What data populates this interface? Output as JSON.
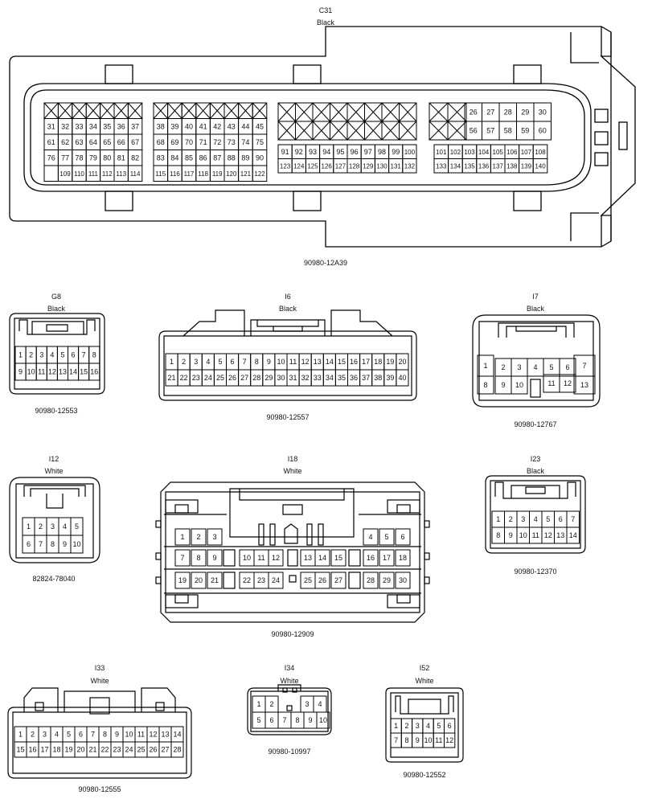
{
  "connectors": {
    "c31": {
      "name": "C31",
      "color": "Black",
      "part": "90980-12A39",
      "blocks": [
        {
          "rows": [
            [
              "X",
              "X",
              "X",
              "X",
              "X",
              "X",
              "X"
            ],
            [
              "31",
              "32",
              "33",
              "34",
              "35",
              "36",
              "37"
            ],
            [
              "61",
              "62",
              "63",
              "64",
              "65",
              "66",
              "67"
            ],
            [
              "76",
              "77",
              "78",
              "79",
              "80",
              "81",
              "82"
            ],
            [
              "",
              "109",
              "110",
              "111",
              "112",
              "113",
              "114"
            ]
          ]
        },
        {
          "rows": [
            [
              "X",
              "X",
              "X",
              "X",
              "X",
              "X",
              "X",
              "X"
            ],
            [
              "38",
              "39",
              "40",
              "41",
              "42",
              "43",
              "44",
              "45"
            ],
            [
              "68",
              "69",
              "70",
              "71",
              "72",
              "73",
              "74",
              "75"
            ],
            [
              "83",
              "84",
              "85",
              "86",
              "87",
              "88",
              "89",
              "90"
            ],
            [
              "115",
              "116",
              "117",
              "118",
              "119",
              "120",
              "121",
              "122"
            ]
          ]
        },
        {
          "rows": [
            [
              "X",
              "X",
              "X",
              "X",
              "X",
              "X",
              "X",
              "X"
            ],
            [
              "X",
              "X",
              "X",
              "X",
              "X",
              "X",
              "X",
              "X"
            ],
            [
              "91",
              "92",
              "93",
              "94",
              "95",
              "96",
              "97",
              "98",
              "99",
              "100"
            ],
            [
              "123",
              "124",
              "125",
              "126",
              "127",
              "128",
              "129",
              "130",
              "131",
              "132"
            ]
          ]
        },
        {
          "rows": [
            [
              "X",
              "X",
              "26",
              "27",
              "28",
              "29",
              "30"
            ],
            [
              "X",
              "X",
              "56",
              "57",
              "58",
              "59",
              "60"
            ],
            [
              "101",
              "102",
              "103",
              "104",
              "105",
              "106",
              "107",
              "108"
            ],
            [
              "133",
              "134",
              "135",
              "136",
              "137",
              "138",
              "139",
              "140"
            ]
          ]
        }
      ]
    },
    "g8": {
      "name": "G8",
      "color": "Black",
      "part": "90980-12553",
      "rows": [
        [
          "1",
          "2",
          "3",
          "4",
          "5",
          "6",
          "7",
          "8"
        ],
        [
          "9",
          "10",
          "11",
          "12",
          "13",
          "14",
          "15",
          "16"
        ]
      ]
    },
    "i6": {
      "name": "I6",
      "color": "Black",
      "part": "90980-12557",
      "rows": [
        [
          "1",
          "2",
          "3",
          "4",
          "5",
          "6",
          "7",
          "8",
          "9",
          "10",
          "11",
          "12",
          "13",
          "14",
          "15",
          "16",
          "17",
          "18",
          "19",
          "20"
        ],
        [
          "21",
          "22",
          "23",
          "24",
          "25",
          "26",
          "27",
          "28",
          "29",
          "30",
          "31",
          "32",
          "33",
          "34",
          "35",
          "36",
          "37",
          "38",
          "39",
          "40"
        ]
      ]
    },
    "i7": {
      "name": "I7",
      "color": "Black",
      "part": "90980-12767",
      "pins": [
        "1",
        "2",
        "3",
        "4",
        "5",
        "6",
        "7",
        "8",
        "9",
        "10",
        "11",
        "12",
        "13"
      ]
    },
    "i12": {
      "name": "I12",
      "color": "White",
      "part": "82824-78040",
      "rows": [
        [
          "1",
          "2",
          "3",
          "4",
          "5"
        ],
        [
          "6",
          "7",
          "8",
          "9",
          "10"
        ]
      ]
    },
    "i18": {
      "name": "I18",
      "color": "White",
      "part": "90980-12909",
      "rows": [
        [
          "1",
          "2",
          "3",
          "4",
          "5",
          "6"
        ],
        [
          "7",
          "8",
          "9",
          "10",
          "11",
          "12",
          "13",
          "14",
          "15",
          "16",
          "17",
          "18"
        ],
        [
          "19",
          "20",
          "21",
          "22",
          "23",
          "24",
          "25",
          "26",
          "27",
          "28",
          "29",
          "30"
        ]
      ]
    },
    "i23": {
      "name": "I23",
      "color": "Black",
      "part": "90980-12370",
      "rows": [
        [
          "1",
          "2",
          "3",
          "4",
          "5",
          "6",
          "7"
        ],
        [
          "8",
          "9",
          "10",
          "11",
          "12",
          "13",
          "14"
        ]
      ]
    },
    "i33": {
      "name": "I33",
      "color": "White",
      "part": "90980-12555",
      "rows": [
        [
          "1",
          "2",
          "3",
          "4",
          "5",
          "6",
          "7",
          "8",
          "9",
          "10",
          "11",
          "12",
          "13",
          "14"
        ],
        [
          "15",
          "16",
          "17",
          "18",
          "19",
          "20",
          "21",
          "22",
          "23",
          "24",
          "25",
          "26",
          "27",
          "28"
        ]
      ]
    },
    "i34": {
      "name": "I34",
      "color": "White",
      "part": "90980-10997",
      "rows": [
        [
          "1",
          "2",
          "3",
          "4"
        ],
        [
          "5",
          "6",
          "7",
          "8",
          "9",
          "10"
        ]
      ]
    },
    "i52": {
      "name": "I52",
      "color": "White",
      "part": "90980-12552",
      "rows": [
        [
          "1",
          "2",
          "3",
          "4",
          "5",
          "6"
        ],
        [
          "7",
          "8",
          "9",
          "10",
          "11",
          "12"
        ]
      ]
    }
  }
}
